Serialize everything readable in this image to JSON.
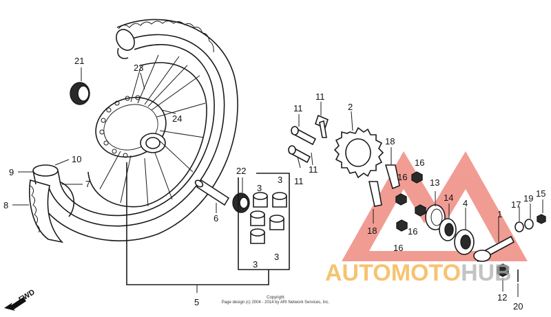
{
  "copyright": {
    "line1": "Copyright",
    "line2": "Page design (c) 2004 - 2014 by ARI Network Services, Inc."
  },
  "fwd_indicator": {
    "label": "FWD",
    "icon": "arrow-icon"
  },
  "watermark": {
    "word_part1": "AUTOMOTO",
    "word_part2": "HUB",
    "color_part1": "#f5b041",
    "color_part2": "#b0b0b0",
    "logo_color": "#e74c3c"
  },
  "callouts": [
    {
      "id": "c1",
      "text": "1"
    },
    {
      "id": "c2",
      "text": "2"
    },
    {
      "id": "c3a",
      "text": "3"
    },
    {
      "id": "c3b",
      "text": "3"
    },
    {
      "id": "c3c",
      "text": "3"
    },
    {
      "id": "c3d",
      "text": "3"
    },
    {
      "id": "c4",
      "text": "4"
    },
    {
      "id": "c5",
      "text": "5"
    },
    {
      "id": "c6",
      "text": "6"
    },
    {
      "id": "c7",
      "text": "7"
    },
    {
      "id": "c8",
      "text": "8"
    },
    {
      "id": "c9",
      "text": "9"
    },
    {
      "id": "c10",
      "text": "10"
    },
    {
      "id": "c11a",
      "text": "11"
    },
    {
      "id": "c11b",
      "text": "11"
    },
    {
      "id": "c11c",
      "text": "11"
    },
    {
      "id": "c11d",
      "text": "11"
    },
    {
      "id": "c12",
      "text": "12"
    },
    {
      "id": "c13",
      "text": "13"
    },
    {
      "id": "c14",
      "text": "14"
    },
    {
      "id": "c15",
      "text": "15"
    },
    {
      "id": "c16a",
      "text": "16"
    },
    {
      "id": "c16b",
      "text": "16"
    },
    {
      "id": "c16c",
      "text": "16"
    },
    {
      "id": "c16d",
      "text": "16"
    },
    {
      "id": "c17",
      "text": "17"
    },
    {
      "id": "c18a",
      "text": "18"
    },
    {
      "id": "c18b",
      "text": "18"
    },
    {
      "id": "c19",
      "text": "19"
    },
    {
      "id": "c20",
      "text": "20"
    },
    {
      "id": "c21",
      "text": "21"
    },
    {
      "id": "c22",
      "text": "22"
    },
    {
      "id": "c23",
      "text": "23"
    },
    {
      "id": "c24",
      "text": "24"
    }
  ]
}
